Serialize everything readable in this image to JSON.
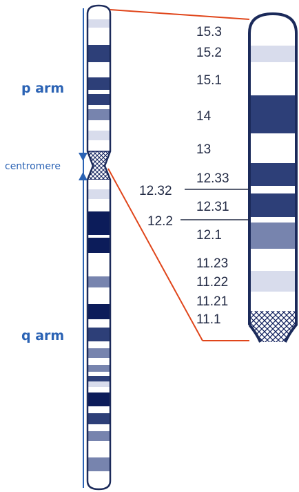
{
  "labels": {
    "p_arm": "p arm",
    "q_arm": "q arm",
    "centromere": "centromere"
  },
  "colors": {
    "dark": "#0c1c5a",
    "band_dark": "#2d3f78",
    "band_mid": "#7784ae",
    "band_light": "#d8dcec",
    "outline": "#1b2a5a",
    "arm_text": "#2a62b4",
    "zoom_line": "#e0451a"
  },
  "bands": {
    "right": [
      {
        "label": "15.3",
        "tone": "white"
      },
      {
        "label": "15.2",
        "tone": "light"
      },
      {
        "label": "15.1",
        "tone": "white"
      },
      {
        "label": "14",
        "tone": "dark"
      },
      {
        "label": "13",
        "tone": "white"
      },
      {
        "label": "12.33",
        "tone": "dark"
      },
      {
        "label": "12.32",
        "tone": "white"
      },
      {
        "label": "12.31",
        "tone": "dark"
      },
      {
        "label": "12.2",
        "tone": "white"
      },
      {
        "label": "12.1",
        "tone": "mid"
      },
      {
        "label": "11.23",
        "tone": "white"
      },
      {
        "label": "11.22",
        "tone": "light"
      },
      {
        "label": "11.21",
        "tone": "white"
      },
      {
        "label": "11.1",
        "tone": "centromere"
      }
    ]
  }
}
